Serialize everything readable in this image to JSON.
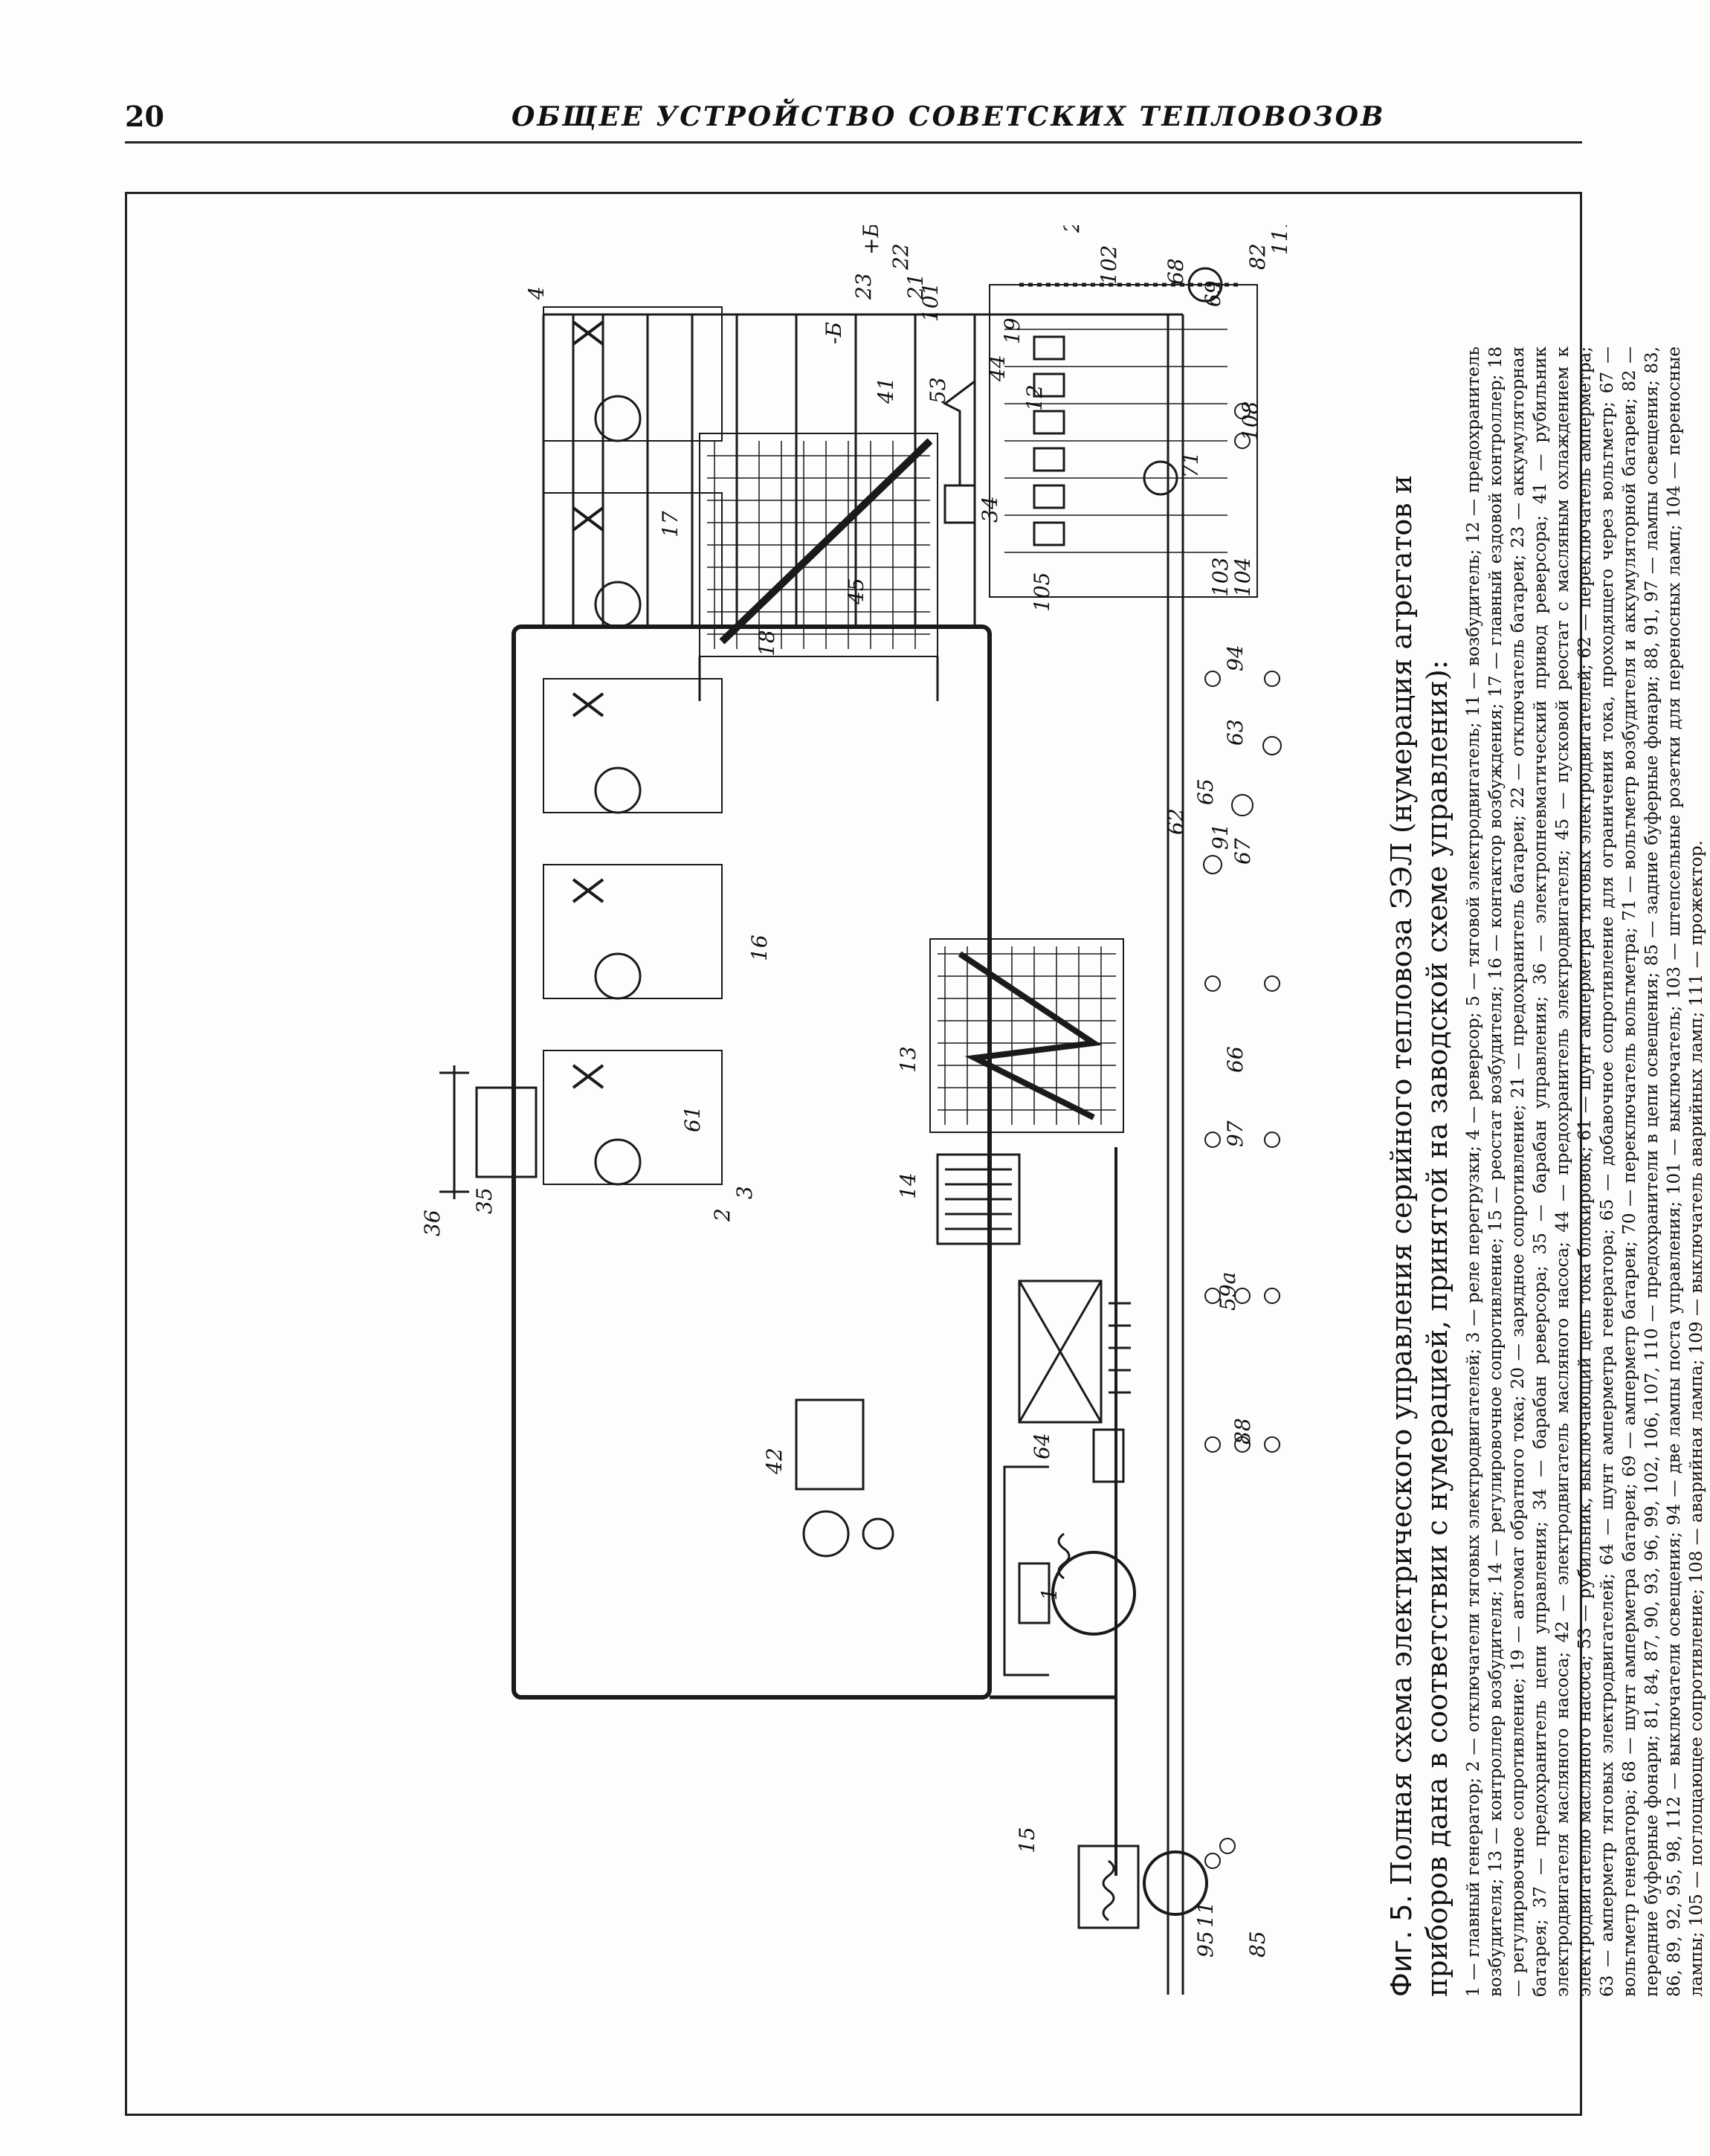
{
  "page": {
    "number": "20",
    "running_title": "ОБЩЕЕ УСТРОЙСТВО СОВЕТСКИХ ТЕПЛОВОЗОВ"
  },
  "figure": {
    "label": "Фиг. 5.",
    "title": "Полная схема электрического управления серийного тепловоза ЭЭЛ (нумерация агрегатов и приборов дана в соответствии с нумерацией, принятой на заводской схеме управления):",
    "legend": "1 — главный генератор; 2 — отключатели тяговых электродвигателей; 3 — реле перегрузки; 4 — реверсор; 5 — тяговой электродвигатель; 11 — возбудитель; 12 — предохранитель возбудителя; 13 — контроллер возбудителя; 14 — регулировочное сопротивление; 15 — реостат возбудителя; 16 — контактор возбуждения; 17 — главный ездовой контроллер; 18 — регулировочное сопротивление; 19 — автомат обратного тока; 20 — зарядное сопротивление; 21 — предохранитель батареи; 22 — отключатель батареи; 23 — аккумуляторная батарея; 37 — предохранитель цепи управления; 34 — барабан реверсора; 35 — барабан управления; 36 — электропневматический привод реверсора; 41 — рубильник электродвигателя масляного насоса; 42 — электродвигатель масляного насоса; 44 — предохранитель электродвигателя; 45 — пусковой реостат с масляным охлаждением к электродвигателю масляного насоса; 53 — рубильник, выключающий цепь тока блокировок; 61 — шунт амперметра тяговых электродвигателей; 62 — переключатель амперметра; 63 — амперметр тяговых электродвигателей; 64 — шунт амперметра генератора; 65 — добавочное сопротивление для ограничения тока, проходящего через вольтметр; 67 — вольтметр генератора; 68 — шунт амперметра батареи; 69 — амперметр батареи; 70 — переключатель вольтметра; 71 — вольтметр возбудителя и аккумуляторной батареи; 82 — передние буферные фонари; 81, 84, 87, 90, 93, 96, 99, 102, 106, 107, 110 — предохранители в цепи освещения; 85 — задние буферные фонари; 88, 91, 97 — лампы освещения; 83, 86, 89, 92, 95, 98, 112 — выключатели освещения; 94 — две лампы поста управления; 101 — выключатель; 103 — штепсельные розетки для переносных ламп; 104 — переносные лампы; 105 — поглощающее сопротивление; 108 — аварийная лампа; 109 — выключатель аварийных ламп; 111 — прожектор."
  },
  "diagram_labels": {
    "l1": "1",
    "l2": "2",
    "l3": "3",
    "l4": "4",
    "l11": "11",
    "l12": "12",
    "l13": "13",
    "l14": "14",
    "l15": "15",
    "l16": "16",
    "l17": "17",
    "l18": "18",
    "l19": "19",
    "l20": "20",
    "l21": "21",
    "l22": "22",
    "l23": "23",
    "l34": "34",
    "l35": "35",
    "l36": "36",
    "l41": "41",
    "l42": "42",
    "l44": "44",
    "l45": "45",
    "l53": "53",
    "l59a": "59а",
    "l61": "61",
    "l62": "62",
    "l63": "63",
    "l64": "64",
    "l65": "65",
    "l66": "66",
    "l67": "67",
    "l68": "68",
    "l69": "69",
    "l71": "71",
    "l82": "82",
    "l85": "85",
    "l88": "88",
    "l91": "91",
    "l94": "94",
    "l95": "95",
    "l97": "97",
    "l101": "101",
    "l102": "102",
    "l103": "103",
    "l104": "104",
    "l105": "105",
    "l108": "108",
    "l111": "111",
    "plus_b": "+Б",
    "minus_b": "-Б"
  }
}
